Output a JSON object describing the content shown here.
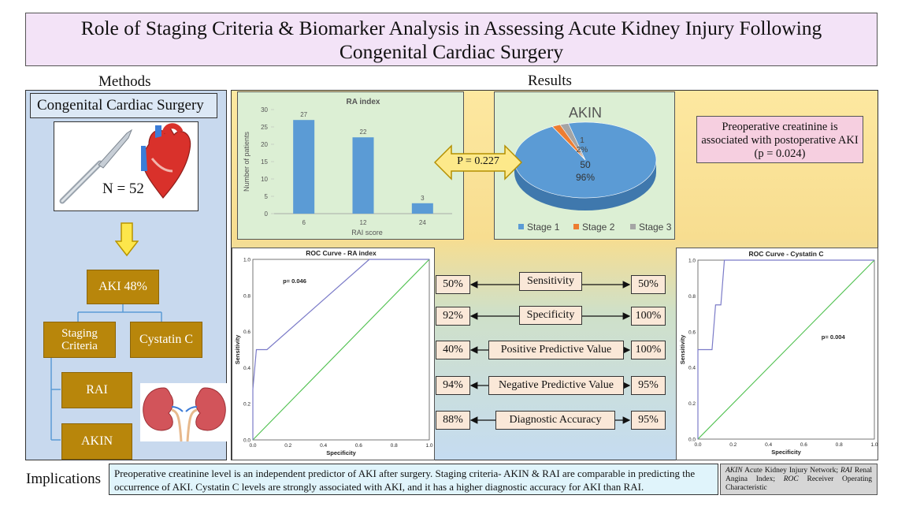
{
  "title": {
    "line1": "Role of Staging Criteria & Biomarker Analysis  in Assessing Acute Kidney Injury Following",
    "line2": "Congenital Cardiac Surgery"
  },
  "methods": {
    "heading": "Methods",
    "surgery_label": "Congenital Cardiac Surgery",
    "n_label": "N = 52",
    "aki_label": "AKI 48%",
    "staging_line1": "Staging",
    "staging_line2": "Criteria",
    "cystatin_label": "Cystatin  C",
    "rai_label": "RAI",
    "akin_label": "AKIN"
  },
  "results": {
    "heading": "Results",
    "p_between": "P = 0.227",
    "creatinine_line1": "Preoperative creatinine is",
    "creatinine_line2": "associated with postoperative AKI",
    "creatinine_line3": "(p = 0.024)"
  },
  "metrics": [
    {
      "left": "50%",
      "label": "Sensitivity",
      "right": "50%"
    },
    {
      "left": "92%",
      "label": "Specificity",
      "right": "100%"
    },
    {
      "left": "40%",
      "label": "Positive Predictive Value",
      "right": "100%"
    },
    {
      "left": "94%",
      "label": "Negative Predictive Value",
      "right": "95%"
    },
    {
      "left": "88%",
      "label": "Diagnostic Accuracy",
      "right": "95%"
    }
  ],
  "implications": {
    "label": "Implications",
    "text": "Preoperative creatinine level is an independent predictor of AKI after surgery. Staging criteria- AKIN & RAI are comparable in predicting the occurrence of AKI. Cystatin C levels are strongly associated with AKI, and it has a higher diagnostic accuracy for AKI than RAI."
  },
  "abbreviations": {
    "akin_abbr": "AKIN",
    "akin_def": " Acute Kidney Injury Network; ",
    "rai_abbr": "RAI",
    "rai_def": " Renal Angina Index; ",
    "roc_abbr": "ROC",
    "roc_def": " Receiver Operating Characteristic"
  },
  "colors": {
    "bar": "#5b9bd5",
    "pie_stage1": "#5b9bd5",
    "pie_stage2": "#ed7d31",
    "pie_stage3": "#a5a5a5",
    "roc_curve": "#7b7bc8",
    "roc_diagonal": "#4ec04e",
    "gold": "#b8860b"
  },
  "chart_data": [
    {
      "type": "bar",
      "title": "RA index",
      "xlabel": "RAI score",
      "ylabel": "Number of patients",
      "categories": [
        "6",
        "12",
        "24"
      ],
      "values": [
        27,
        22,
        3
      ],
      "ylim": [
        0,
        30
      ],
      "yticks": [
        "0",
        "5",
        "10",
        "15",
        "20",
        "25",
        "30"
      ]
    },
    {
      "type": "pie",
      "title": "AKIN",
      "labels": [
        "Stage 1",
        "Stage 2",
        "Stage 3"
      ],
      "values": [
        50,
        1,
        1
      ],
      "data_labels": {
        "main_value": "50",
        "main_pct": "96%",
        "small_value": "1",
        "small_pct": "2%"
      }
    },
    {
      "type": "line",
      "title": "ROC Curve - RA index",
      "xlabel": "Specificity",
      "ylabel": "Sensitivity",
      "annotation": "p= 0.046",
      "xlim": [
        0,
        1
      ],
      "ylim": [
        0,
        1
      ],
      "ticks": [
        "0.0",
        "0.2",
        "0.4",
        "0.6",
        "0.8",
        "1.0"
      ],
      "curve": [
        [
          0,
          0
        ],
        [
          0,
          0.28
        ],
        [
          0.02,
          0.5
        ],
        [
          0.08,
          0.5
        ],
        [
          0.66,
          1.0
        ],
        [
          1.0,
          1.0
        ]
      ]
    },
    {
      "type": "line",
      "title": "ROC Curve - Cystatin C",
      "xlabel": "Specificity",
      "ylabel": "Sensitivity",
      "annotation": "p= 0.004",
      "xlim": [
        0,
        1
      ],
      "ylim": [
        0,
        1
      ],
      "ticks": [
        "0.0",
        "0.2",
        "0.4",
        "0.6",
        "0.8",
        "1.0"
      ],
      "curve": [
        [
          0,
          0
        ],
        [
          0,
          0.5
        ],
        [
          0.08,
          0.5
        ],
        [
          0.1,
          0.75
        ],
        [
          0.13,
          0.75
        ],
        [
          0.15,
          1.0
        ],
        [
          1.0,
          1.0
        ]
      ]
    }
  ]
}
